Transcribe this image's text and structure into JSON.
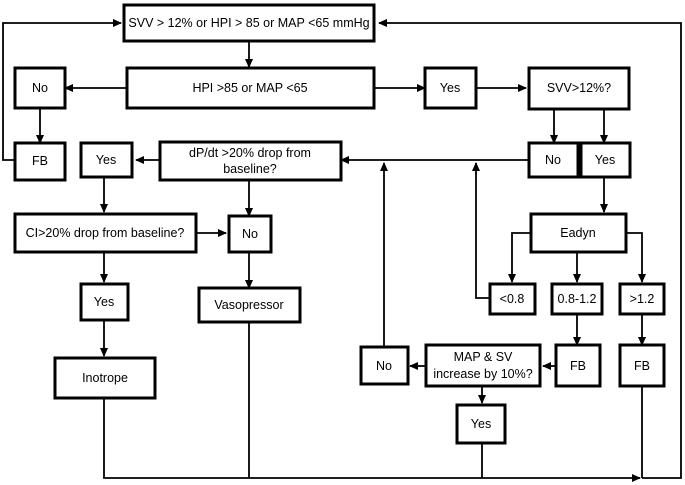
{
  "nodes": {
    "root": "SVV > 12% or HPI > 85 or MAP <65 mmHg",
    "hpi_q": "HPI >85 or MAP <65",
    "no_left": "No",
    "fb_left": "FB",
    "yes_top": "Yes",
    "svv_q": "SVV>12%?",
    "svv_no": "No",
    "svv_yes": "Yes",
    "dpdt_line1": "dP/dt >20% drop from",
    "dpdt_line2": "baseline?",
    "dpdt_yes": "Yes",
    "dpdt_no": "No",
    "ci_q": "CI>20% drop from baseline?",
    "ci_yes": "Yes",
    "vasopressor": "Vasopressor",
    "inotrope": "Inotrope",
    "eadyn": "Eadyn",
    "ead_low": "<0.8",
    "ead_mid": "0.8-1.2",
    "ead_high": ">1.2",
    "fb_mid": "FB",
    "fb_right": "FB",
    "map_line1": "MAP & SV",
    "map_line2": "increase by 10%?",
    "map_no": "No",
    "map_yes": "Yes"
  }
}
